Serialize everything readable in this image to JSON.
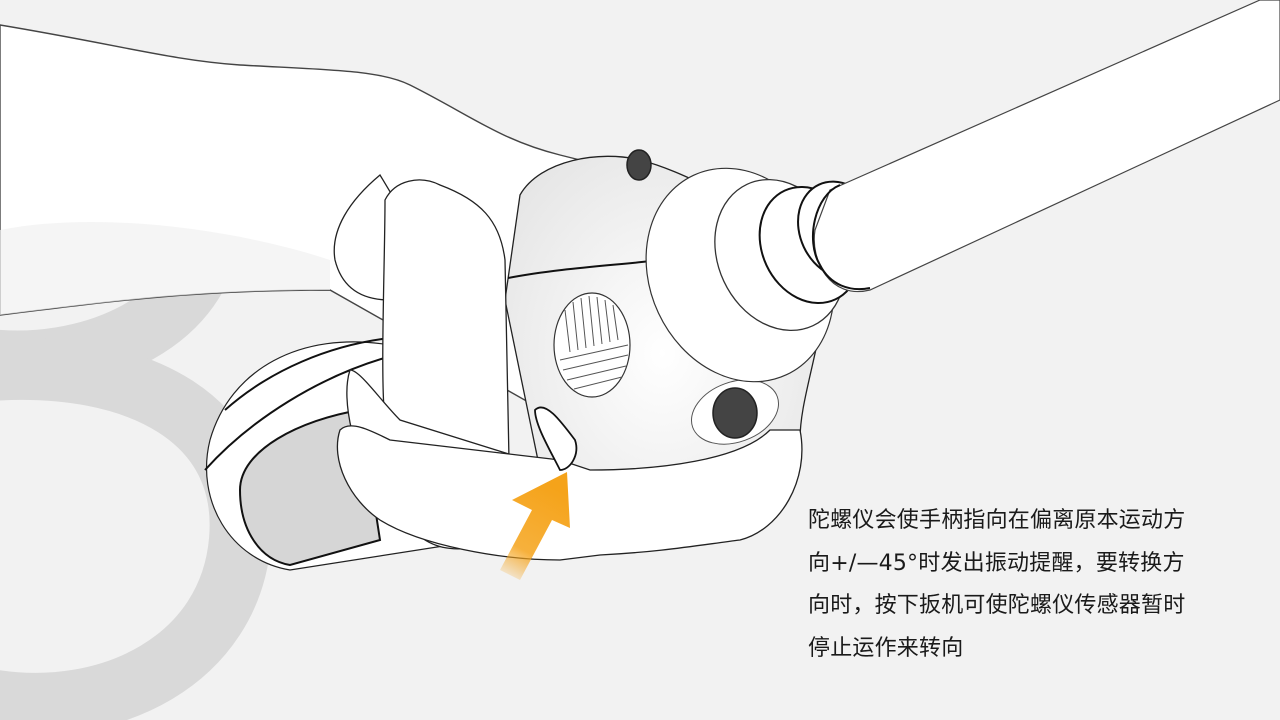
{
  "slide": {
    "background_color": "#f2f2f2",
    "background_numeral": "3",
    "background_numeral_color": "#d9d9d9",
    "illustration": {
      "subject": "hand gripping handle of a gyroscope-equipped device with telescoping pole",
      "highlight_arrow_color": "#f5a31a",
      "arrow_target": "trigger"
    },
    "caption": {
      "lines": [
        "陀螺仪会使手柄指向在偏离原本运动方",
        "向+/—45°时发出振动提醒，要转换方",
        "向时，按下扳机可使陀螺仪传感器暂时",
        "停止运作来转向"
      ]
    }
  }
}
